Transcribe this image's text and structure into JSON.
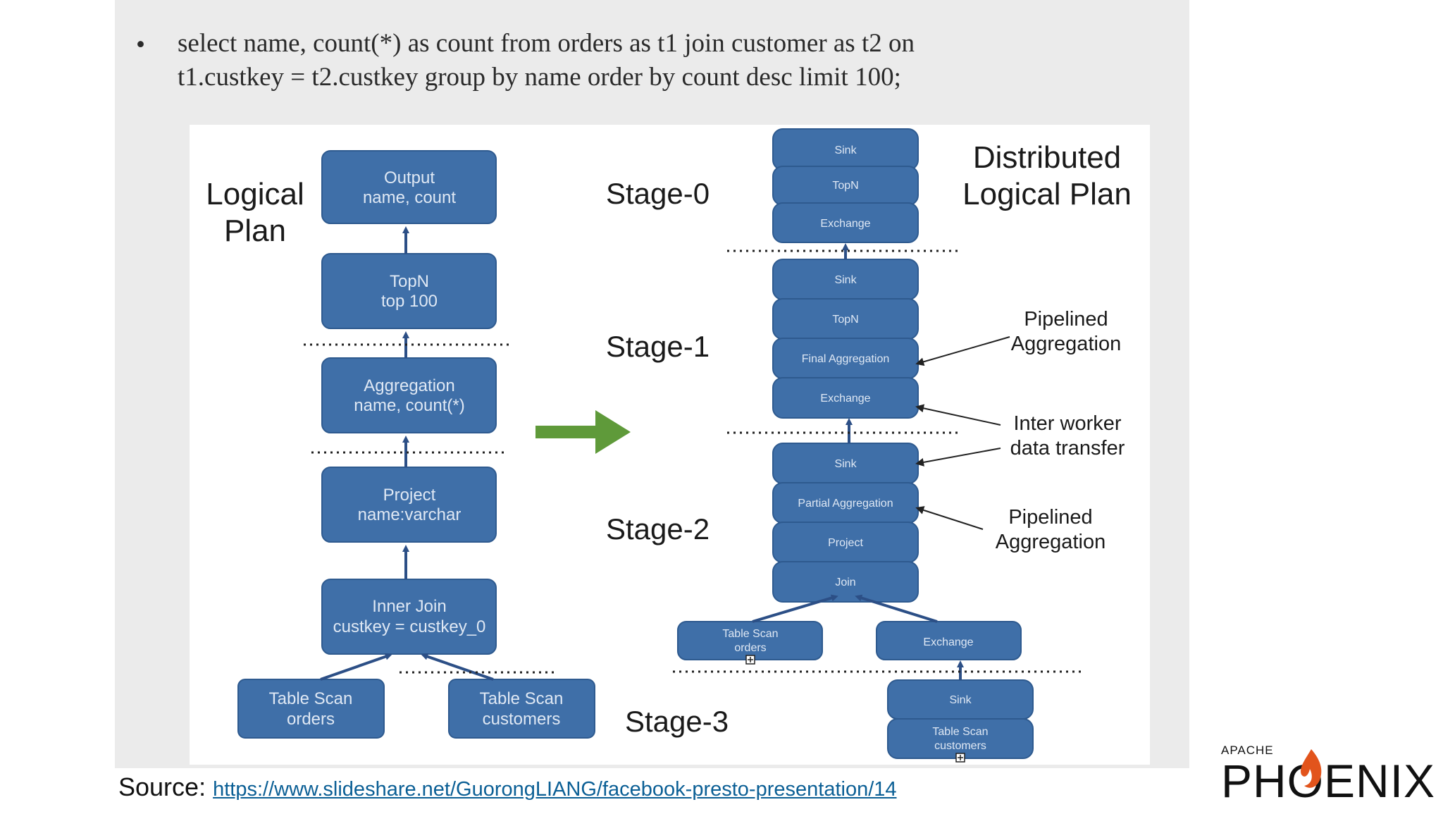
{
  "query": {
    "bullet": "•",
    "line1": "select name, count(*) as count from orders as t1 join customer as t2 on",
    "line2": "t1.custkey = t2.custkey group by name order by count desc limit 100;"
  },
  "logical_plan": {
    "title_line1": "Logical",
    "title_line2": "Plan",
    "nodes": [
      {
        "line1": "Output",
        "line2": "name, count"
      },
      {
        "line1": "TopN",
        "line2": "top 100"
      },
      {
        "line1": "Aggregation",
        "line2": "name, count(*)"
      },
      {
        "line1": "Project",
        "line2": "name:varchar"
      },
      {
        "line1": "Inner Join",
        "line2": "custkey = custkey_0"
      },
      {
        "line1": "Table Scan",
        "line2": "orders"
      },
      {
        "line1": "Table Scan",
        "line2": "customers"
      }
    ]
  },
  "distributed_plan": {
    "title_line1": "Distributed",
    "title_line2": "Logical Plan",
    "stages": [
      "Stage-0",
      "Stage-1",
      "Stage-2",
      "Stage-3"
    ],
    "nodes": [
      "Sink",
      "TopN",
      "Exchange",
      "Sink",
      "TopN",
      "Final Aggregation",
      "Exchange",
      "Sink",
      "Partial Aggregation",
      "Project",
      "Join",
      "Exchange",
      "Sink"
    ],
    "scan_orders": {
      "line1": "Table Scan",
      "line2": "orders"
    },
    "scan_customers": {
      "line1": "Table Scan",
      "line2": "customers"
    },
    "annotations": {
      "pipelined_1_line1": "Pipelined",
      "pipelined_1_line2": "Aggregation",
      "inter_line1": "Inter worker",
      "inter_line2": "data transfer",
      "pipelined_2_line1": "Pipelined",
      "pipelined_2_line2": "Aggregation"
    }
  },
  "source": {
    "label": "Source:",
    "url": "https://www.slideshare.net/GuorongLIANG/facebook-presto-presentation/14"
  },
  "logo": {
    "top": "APACHE",
    "main": "PHOENIX"
  },
  "colors": {
    "node_fill": "#3f6fa8",
    "node_stroke": "#2e5a8f",
    "arrow_green": "#5f9a3a",
    "arrow_blue": "#2c4f86",
    "logo_flame": "#e2541c"
  }
}
